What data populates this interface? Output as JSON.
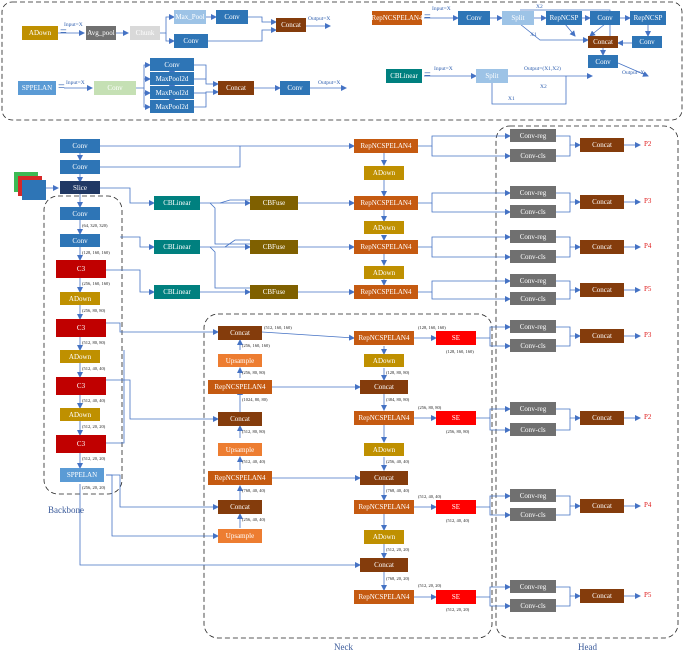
{
  "colors": {
    "conv": "#2e75b6",
    "rep": "#c55a11",
    "c3": "#c00000",
    "adown": "#bf9000",
    "concat": "#843c0c",
    "cblinear": "#00807f",
    "cbfuse": "#7f6000",
    "upsample": "#ed7d31",
    "se": "#ff0000",
    "gray": "#707070",
    "spp": "#5b9bd5",
    "slice": "#203864",
    "light": "#9dc3e6",
    "lightgray": "#d9d9d9",
    "lightgreen": "#c5e0b4",
    "arrow": "#4472c4"
  },
  "legend": {
    "adown": {
      "title": "ADown",
      "input": "Input=X",
      "avgpool": "Avg_pool",
      "chunk": "Chunk",
      "maxpool": "Max_Pool",
      "conv_a": "Conv",
      "conv_b": "Conv",
      "concat": "Concat",
      "output": "Output=X"
    },
    "sppelan": {
      "title": "SPPELAN",
      "input": "Input=X",
      "conv_in": "Conv",
      "conv_top": "Conv",
      "mp1": "MaxPool2d",
      "mp2": "MaxPool2d",
      "mp3": "MaxPool2d",
      "concat": "Concat",
      "conv_out": "Conv",
      "output": "Output=X"
    },
    "rep": {
      "title": "RepNCSPELAN4",
      "input": "Input=X",
      "conv_in": "Conv",
      "split": "Split",
      "x2": "X2",
      "repncsp_a": "RepNCSP",
      "conv_a": "Conv",
      "repncsp_b": "RepNCSP",
      "x1": "X1",
      "concat": "Concat",
      "conv_r": "Conv",
      "conv_out": "Conv",
      "output": "Output=X"
    },
    "cblinear": {
      "title": "CBLinear",
      "input": "Input=X",
      "split": "Split",
      "output": "Output=(X1,X2)",
      "x2": "X2",
      "x1": "X1"
    }
  },
  "backbone": {
    "title": "Backbone",
    "top_conv1": "Conv",
    "top_conv2": "Conv",
    "slice": "Slice",
    "conv1": "Conv",
    "conv2": "Conv",
    "c3_1": "C3",
    "adown1": "ADown",
    "c3_2": "C3",
    "adown2": "ADown",
    "c3_3": "C3",
    "adown3": "ADown",
    "c3_4": "C3",
    "sppelan": "SPPELAN",
    "dims": [
      "(64, 320, 320)",
      "(128, 160, 160)",
      "(256, 160, 160)",
      "(256, 80, 80)",
      "(512, 80, 80)",
      "(512, 40, 40)",
      "(512, 40, 40)",
      "(512, 20, 20)",
      "(512, 20, 20)",
      "(256, 20, 20)"
    ]
  },
  "aux": {
    "rep1": "RepNCSPELAN4",
    "adown1": "ADown",
    "rep2": "RepNCSPELAN4",
    "adown2": "ADown",
    "rep3": "RepNCSPELAN4",
    "adown3": "ADown",
    "rep4": "RepNCSPELAN4",
    "cblinear1": "CBLinear",
    "cblinear2": "CBLinear",
    "cblinear3": "CBLinear",
    "cbfuse1": "CBFuse",
    "cbfuse2": "CBFuse",
    "cbfuse3": "CBFuse"
  },
  "neck": {
    "title": "Neck",
    "concat1": "Concat",
    "upsample1": "Upsample",
    "rep1": "RepNCSPELAN4",
    "concat2": "Concat",
    "upsample2": "Upsample",
    "rep2": "RepNCSPELAN4",
    "concat3": "Concat",
    "upsample3": "Upsample",
    "rep3": "RepNCSPELAN4",
    "adown1": "ADown",
    "concat4": "Concat",
    "rep4": "RepNCSPELAN4",
    "adown2": "ADown",
    "concat5": "Concat",
    "rep5": "RepNCSPELAN4",
    "adown3": "ADown",
    "concat6": "Concat",
    "rep6": "RepNCSPELAN4",
    "se1": "SE",
    "se2": "SE",
    "se3": "SE",
    "se4": "SE",
    "dims": {
      "concat1_r": "(512, 160, 160)",
      "up1": "(256, 160, 160)",
      "up1b": "(256, 80, 80)",
      "rep1": "(1024, 80, 80)",
      "concat2": "(512, 80, 80)",
      "up2": "(512, 40, 40)",
      "rep2": "(768, 40, 40)",
      "up3": "(256, 40, 40)",
      "rep3_r": "(128, 160, 160)",
      "se1": "(128, 160, 160)",
      "adown1": "(128, 80, 80)",
      "concat4": "(384, 80, 80)",
      "rep4_r": "(256, 80, 80)",
      "se2": "(256, 80, 80)",
      "adown2": "(256, 40, 40)",
      "concat5": "(768, 40, 40)",
      "rep5_r": "(512, 40, 40)",
      "se3": "(512, 40, 40)",
      "adown3": "(512, 20, 20)",
      "concat6": "(768, 20, 20)",
      "rep6_r": "(512, 20, 20)",
      "se4": "(512, 20, 20)"
    }
  },
  "head": {
    "title": "Head",
    "conv_reg": "Conv-reg",
    "conv_cls": "Conv-cls",
    "concat": "Concat",
    "outputs": [
      "P2",
      "P3",
      "P4",
      "P5",
      "P3",
      "P2",
      "P4",
      "P5"
    ]
  }
}
